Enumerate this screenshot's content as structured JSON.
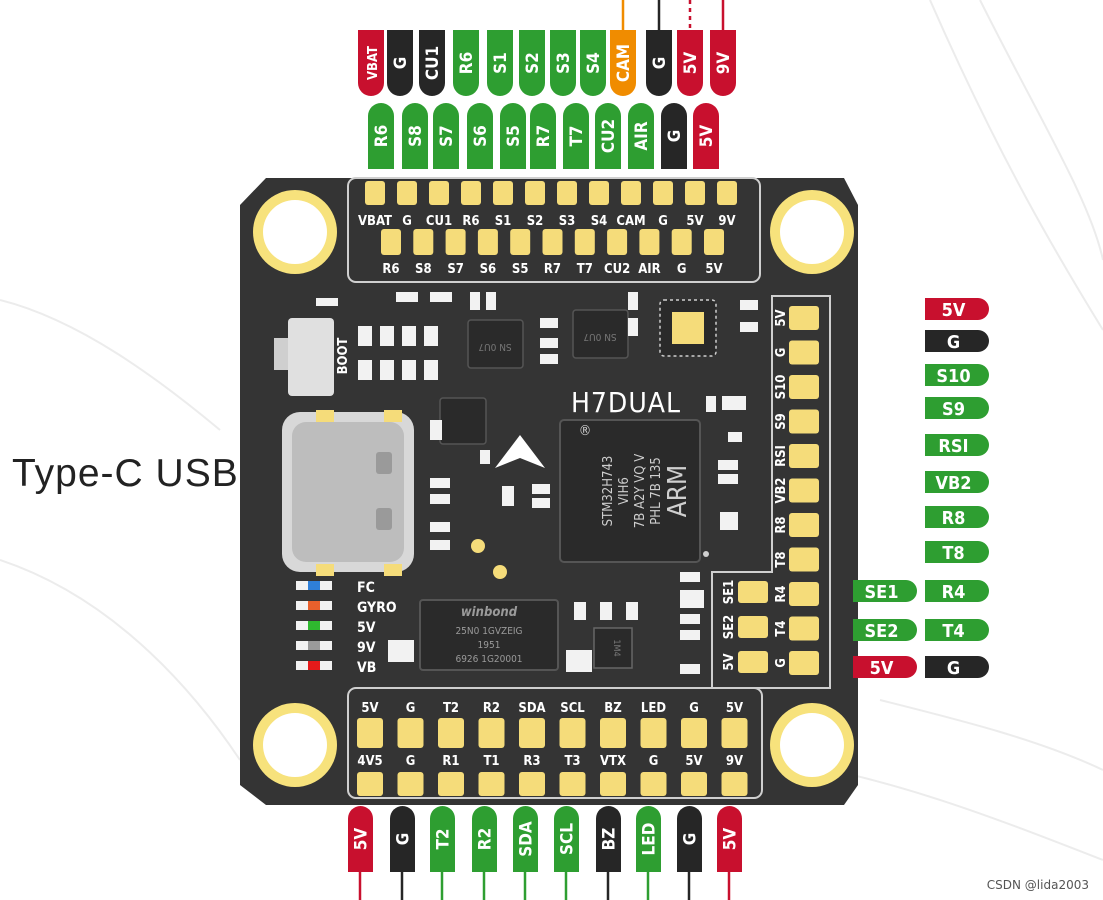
{
  "colors": {
    "red": "#c8102e",
    "black": "#262626",
    "green": "#2e9e31",
    "orange": "#f08c00",
    "board": "#343434",
    "pad": "#f5dc7a",
    "mount_ring": "#f7e27c"
  },
  "side_label": "Type-C USB",
  "credit": "CSDN @lida2003",
  "board": {
    "model": "H7DUAL",
    "boot_label": "BOOT",
    "mcu_lines": [
      "STM32H743",
      "VIH6",
      "7B A2Y VQ V",
      "PHL 7B 135"
    ],
    "mcu_brand": "ARM",
    "flash_brand": "winbond",
    "flash_lines": [
      "25N0 1GVZEIG",
      "1951",
      "6926 1G20001"
    ],
    "small_chip_text": "SN 0U7",
    "tiny_chip_text": "1M4",
    "led_labels": [
      "FC",
      "GYRO",
      "5V",
      "9V",
      "VB"
    ],
    "led_colors": [
      "#2f7fd8",
      "#e8602c",
      "#2fb82f",
      "#9a9a9a",
      "#e51a1a"
    ],
    "top_row1_pads": [
      "VBAT",
      "G",
      "CU1",
      "R6",
      "S1",
      "S2",
      "S3",
      "S4",
      "CAM",
      "G",
      "5V",
      "9V"
    ],
    "top_row2_pads": [
      "R6",
      "S8",
      "S7",
      "S6",
      "S5",
      "R7",
      "T7",
      "CU2",
      "AIR",
      "G",
      "5V"
    ],
    "right_pads": [
      "5V",
      "G",
      "S10",
      "S9",
      "RSI",
      "VB2",
      "R8",
      "T8",
      "R4",
      "T4",
      "G"
    ],
    "se_pads": [
      "SE1",
      "SE2",
      "5V"
    ],
    "bottom_row1_pads": [
      "5V",
      "G",
      "T2",
      "R2",
      "SDA",
      "SCL",
      "BZ",
      "LED",
      "G",
      "5V"
    ],
    "bottom_row2_pads": [
      "4V5",
      "G",
      "R1",
      "T1",
      "R3",
      "T3",
      "VTX",
      "G",
      "5V",
      "9V"
    ]
  },
  "connectors": {
    "top_row1": [
      {
        "label": "VBAT",
        "color": "red"
      },
      {
        "label": "G",
        "color": "black"
      },
      {
        "label": "CU1",
        "color": "black"
      },
      {
        "label": "R6",
        "color": "green"
      },
      {
        "label": "S1",
        "color": "green"
      },
      {
        "label": "S2",
        "color": "green"
      },
      {
        "label": "S3",
        "color": "green"
      },
      {
        "label": "S4",
        "color": "green"
      },
      {
        "label": "CAM",
        "color": "orange"
      },
      {
        "label": "G",
        "color": "black"
      },
      {
        "label": "5V",
        "color": "red"
      },
      {
        "label": "9V",
        "color": "red"
      }
    ],
    "top_row2": [
      {
        "label": "R6",
        "color": "green"
      },
      {
        "label": "S8",
        "color": "green"
      },
      {
        "label": "S7",
        "color": "green"
      },
      {
        "label": "S6",
        "color": "green"
      },
      {
        "label": "S5",
        "color": "green"
      },
      {
        "label": "R7",
        "color": "green"
      },
      {
        "label": "T7",
        "color": "green"
      },
      {
        "label": "CU2",
        "color": "green"
      },
      {
        "label": "AIR",
        "color": "green"
      },
      {
        "label": "G",
        "color": "black"
      },
      {
        "label": "5V",
        "color": "red"
      }
    ],
    "right": [
      {
        "label": "5V",
        "color": "red"
      },
      {
        "label": "G",
        "color": "black"
      },
      {
        "label": "S10",
        "color": "green"
      },
      {
        "label": "S9",
        "color": "green"
      },
      {
        "label": "RSI",
        "color": "green"
      },
      {
        "label": "VB2",
        "color": "green"
      },
      {
        "label": "R8",
        "color": "green"
      },
      {
        "label": "T8",
        "color": "green"
      },
      {
        "label": "R4",
        "color": "green"
      },
      {
        "label": "T4",
        "color": "green"
      },
      {
        "label": "G",
        "color": "black"
      }
    ],
    "se": [
      {
        "label": "SE1",
        "color": "green"
      },
      {
        "label": "SE2",
        "color": "green"
      },
      {
        "label": "5V",
        "color": "red"
      }
    ],
    "bottom": [
      {
        "label": "5V",
        "color": "red"
      },
      {
        "label": "G",
        "color": "black"
      },
      {
        "label": "T2",
        "color": "green"
      },
      {
        "label": "R2",
        "color": "green"
      },
      {
        "label": "SDA",
        "color": "green"
      },
      {
        "label": "SCL",
        "color": "green"
      },
      {
        "label": "BZ",
        "color": "black"
      },
      {
        "label": "LED",
        "color": "green"
      },
      {
        "label": "G",
        "color": "black"
      },
      {
        "label": "5V",
        "color": "red"
      }
    ]
  }
}
